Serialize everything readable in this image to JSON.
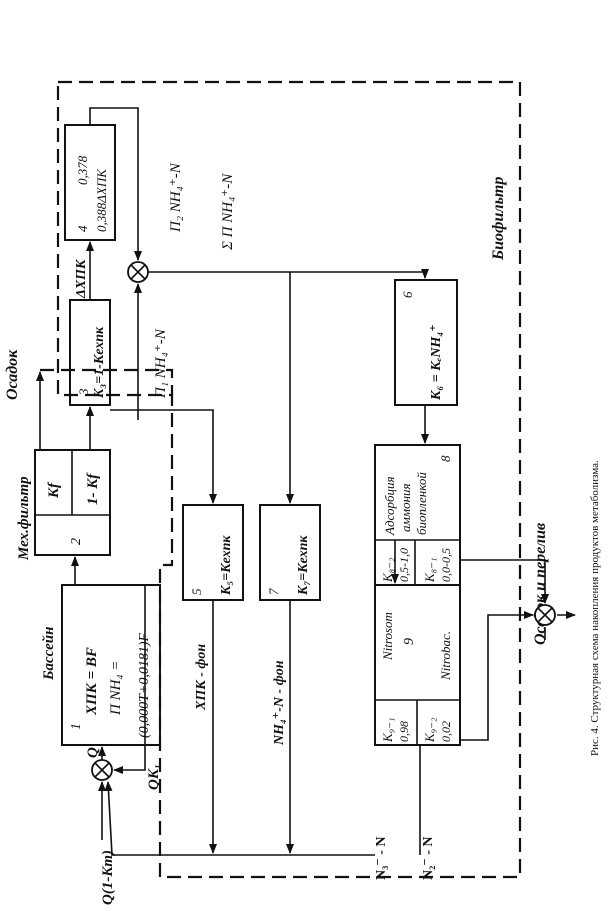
{
  "figure": {
    "caption": "Рис. 4. Структурная схема накопления продуктов метаболизма."
  },
  "zones": {
    "biofilter": "Биофильтр",
    "sediment_overflow": "Осадок и перелив",
    "sediment": "Осадок"
  },
  "blocks": {
    "b1": {
      "number": "1",
      "title": "Бассейн",
      "eq1": "ХПК = BF",
      "eq2": "П NH₄ =",
      "eq3": "(0,000T+0,0181)F"
    },
    "b2": {
      "number": "2",
      "title": "Мех.фильтр",
      "kf": "Kf",
      "one_minus_kf": "1- Kf"
    },
    "b3": {
      "number": "3",
      "formula": "K₃=1-Kехпк"
    },
    "b4": {
      "number": "4",
      "v1": "0,378",
      "v2": "0,388ΔХПК"
    },
    "b5": {
      "number": "5",
      "formula": "K₅=Kехпк"
    },
    "b6": {
      "number": "6",
      "formula": "K₆ = KₑNH₄⁺"
    },
    "b7": {
      "number": "7",
      "formula": "K₇=Kехпк"
    },
    "b8": {
      "number": "8",
      "line1": "Адсорбция",
      "line2": "аммония",
      "line3": "биопленкой",
      "k82": "K₈₋₂",
      "k82v": "0,5-1,0",
      "k81": "K₈₋₁",
      "k81v": "0,0-0,5"
    },
    "b9": {
      "number": "9",
      "nitrosom": "Nitrosom",
      "nitrobac": "Nitrobac.",
      "k91": "K₉₋₁",
      "k91v": "0,98",
      "k92": "K₉₋₂",
      "k92v": "0,02"
    }
  },
  "signals": {
    "q_in": "Q(1-Km)",
    "q": "Q",
    "qk1": "QK₁",
    "xpk_bg": "ХПК - фон",
    "nh4_bg": "NH₄⁺-N - фон",
    "no3": "N₃⁻ - N",
    "no2": "N₂⁻ - N",
    "dxpk": "ΔХПК",
    "p1": "П₁ NH₄⁺-N",
    "p2": "П₂ NH₄⁺-N",
    "sum_p": "Σ П NH₄⁺-N"
  }
}
